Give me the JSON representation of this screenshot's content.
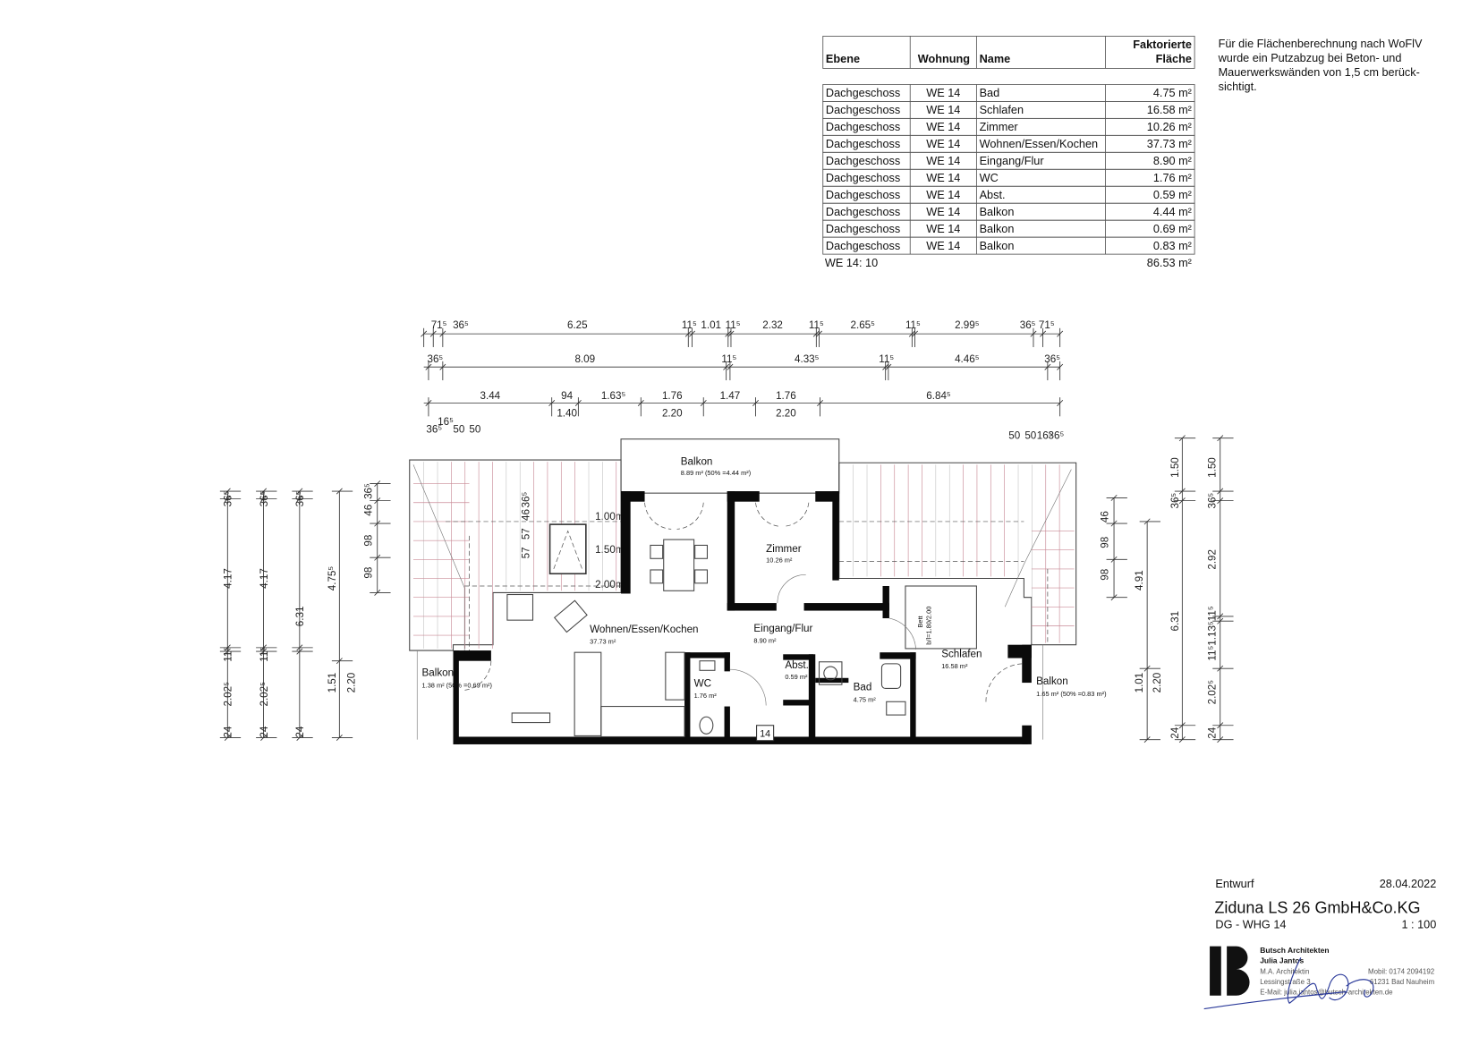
{
  "area_table": {
    "headers": {
      "level": "Ebene",
      "unit": "Wohnung",
      "name": "Name",
      "area_line1": "Faktorierte",
      "area_line2": "Fläche"
    },
    "rows": [
      {
        "level": "Dachgeschoss",
        "unit": "WE 14",
        "name": "Bad",
        "area": "4.75 m²"
      },
      {
        "level": "Dachgeschoss",
        "unit": "WE 14",
        "name": "Schlafen",
        "area": "16.58 m²"
      },
      {
        "level": "Dachgeschoss",
        "unit": "WE 14",
        "name": "Zimmer",
        "area": "10.26 m²"
      },
      {
        "level": "Dachgeschoss",
        "unit": "WE 14",
        "name": "Wohnen/Essen/Kochen",
        "area": "37.73 m²"
      },
      {
        "level": "Dachgeschoss",
        "unit": "WE 14",
        "name": "Eingang/Flur",
        "area": "8.90 m²"
      },
      {
        "level": "Dachgeschoss",
        "unit": "WE 14",
        "name": "WC",
        "area": "1.76 m²"
      },
      {
        "level": "Dachgeschoss",
        "unit": "WE 14",
        "name": "Abst.",
        "area": "0.59 m²"
      },
      {
        "level": "Dachgeschoss",
        "unit": "WE 14",
        "name": "Balkon",
        "area": "4.44 m²"
      },
      {
        "level": "Dachgeschoss",
        "unit": "WE 14",
        "name": "Balkon",
        "area": "0.69 m²"
      },
      {
        "level": "Dachgeschoss",
        "unit": "WE 14",
        "name": "Balkon",
        "area": "0.83 m²"
      }
    ],
    "total_label": "WE 14: 10",
    "total_area": "86.53 m²"
  },
  "note": [
    "Für die Flächenberechnung nach WoFlV",
    "wurde ein Putzabzug bei Beton- und",
    "Mauerwerkswänden von 1,5 cm berück-",
    "sichtigt."
  ],
  "dimensions": {
    "row1": [
      "71⁵",
      "36⁵",
      "6.25",
      "11⁵",
      "1.01",
      "11⁵",
      "2.32",
      "11⁵",
      "2.65⁵",
      "11⁵",
      "2.99⁵",
      "36⁵",
      "71⁵"
    ],
    "row2": [
      "36⁵",
      "8.09",
      "11⁵",
      "4.33⁵",
      "11⁵",
      "4.46⁵",
      "36⁵"
    ],
    "row3": [
      "3.44",
      "94",
      "1.63⁵",
      "1.76",
      "1.47",
      "1.76",
      "6.84⁵"
    ],
    "row3_sub": [
      "1.40",
      "2.20",
      "2.20"
    ],
    "left": [
      "36⁵",
      "4.17",
      "11⁵",
      "2.02⁵",
      "24",
      "36⁵",
      "4.17",
      "11⁵",
      "2.02⁵",
      "24",
      "36⁵",
      "6.31",
      "24",
      "4.75⁵",
      "1.51",
      "2.20",
      "46",
      "36⁵",
      "98",
      "98"
    ],
    "right": [
      "46",
      "98",
      "98",
      "4.91",
      "1.01",
      "2.20",
      "1.50",
      "36⁵",
      "6.31",
      "24",
      "1.50",
      "36⁵",
      "2.92",
      "11⁵1.13⁵11⁵",
      "2.02⁵",
      "24"
    ],
    "roof_left": [
      "36⁵",
      "16⁵",
      "50",
      "50"
    ],
    "roof_right": [
      "50",
      "50",
      "16⁵",
      "36⁵"
    ],
    "window": [
      "36⁵",
      "46",
      "57",
      "57"
    ],
    "heights": [
      "1.00m",
      "1.50m",
      "2.00m"
    ]
  },
  "rooms": {
    "balkon_top": {
      "name": "Balkon",
      "area": "8.89 m² (50% =4.44 m²)"
    },
    "zimmer": {
      "name": "Zimmer",
      "area": "10.26 m²"
    },
    "wohnen": {
      "name": "Wohnen/Essen/Kochen",
      "area": "37.73 m²"
    },
    "eingang": {
      "name": "Eingang/Flur",
      "area": "8.90 m²"
    },
    "schlafen": {
      "name": "Schlafen",
      "area": "16.58 m²"
    },
    "wc": {
      "name": "WC",
      "area": "1.76 m²"
    },
    "abst": {
      "name": "Abst.",
      "area": "0.59 m²"
    },
    "bad": {
      "name": "Bad",
      "area": "4.75 m²"
    },
    "balkon_left": {
      "name": "Balkon",
      "area": "1.38 m² (50% =0.69 m²)"
    },
    "balkon_right": {
      "name": "Balkon",
      "area": "1.65 m² (50% =0.83 m²)"
    },
    "bed_line1": "Bett",
    "bed_line2": "b/l=1.80/2.00",
    "unit_number": "14"
  },
  "title_block": {
    "status": "Entwurf",
    "date": "28.04.2022",
    "client": "Ziduna LS 26 GmbH&Co.KG",
    "drawing": "DG - WHG 14",
    "scale": "1 : 100",
    "architect_firm": "Butsch Architekten",
    "architect_name": "Julia Jantos",
    "architect_title": "M.A. Architektin",
    "street": "Lessingstraße 3",
    "email": "E-Mail: julia.jantos@butsch-architekten.de",
    "mobile": "Mobil: 0174 2094192",
    "city": "61231 Bad Nauheim",
    "logo_letters": "JB",
    "signature_color": "#2b3a9a"
  }
}
